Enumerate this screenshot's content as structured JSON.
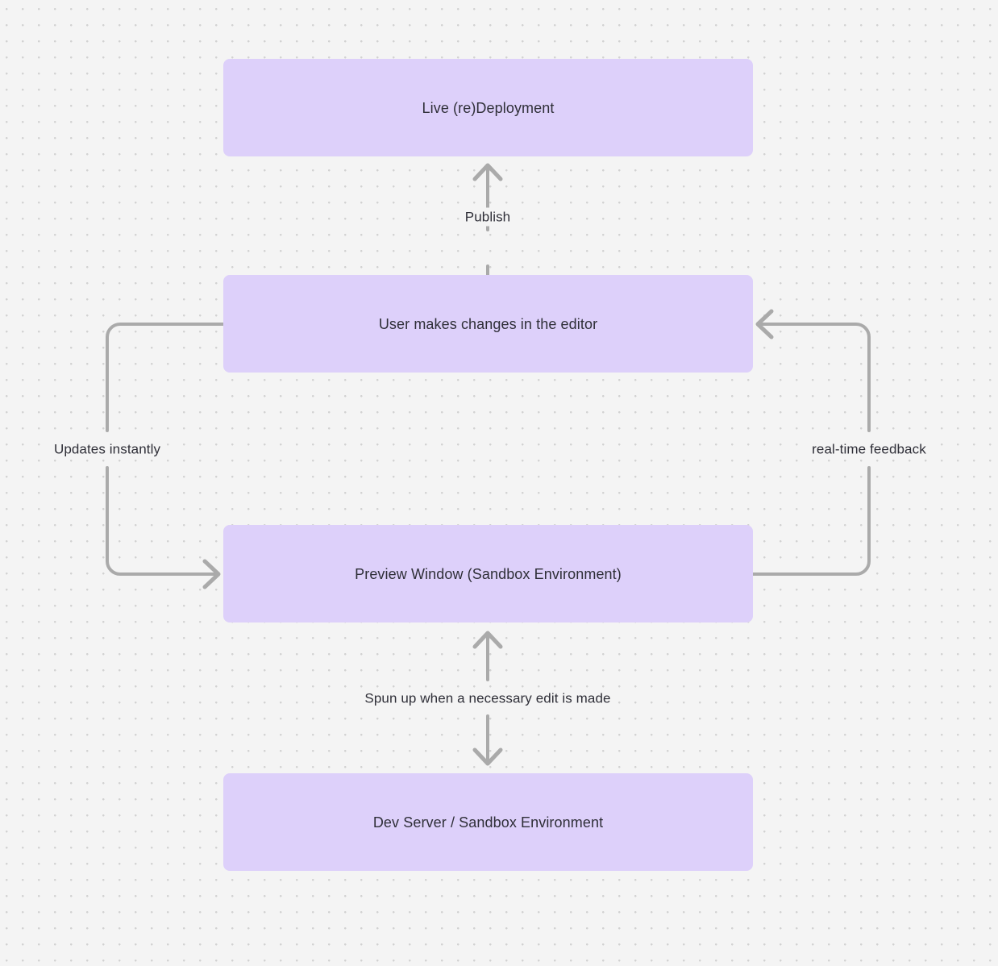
{
  "diagram": {
    "title": "Live deployment preview loop",
    "type": "flowchart",
    "background_color": "#f4f4f4",
    "node_color": "#ddd0fa",
    "edge_color": "#aaaaaa",
    "text_color": "#2f2f38",
    "nodes": [
      {
        "id": "live-deployment",
        "label": "Live (re)Deployment"
      },
      {
        "id": "user-edits",
        "label": "User makes changes in the editor"
      },
      {
        "id": "preview-window",
        "label": "Preview Window (Sandbox Environment)"
      },
      {
        "id": "dev-server",
        "label": "Dev Server / Sandbox Environment"
      }
    ],
    "edges": [
      {
        "id": "publish",
        "label": "Publish",
        "from": "user-edits",
        "to": "live-deployment"
      },
      {
        "id": "updates-instantly",
        "label": "Updates instantly",
        "from": "user-edits",
        "to": "preview-window"
      },
      {
        "id": "real-time-feedback",
        "label": "real-time feedback",
        "from": "preview-window",
        "to": "user-edits"
      },
      {
        "id": "spun-up",
        "label": "Spun up when a necessary edit is made",
        "from": "preview-window",
        "to": "dev-server"
      }
    ]
  }
}
